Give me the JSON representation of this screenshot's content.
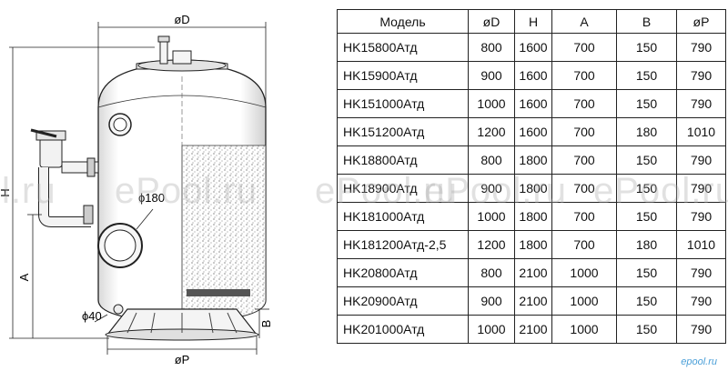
{
  "drawing": {
    "labels": {
      "diameter_d": "øD",
      "height_h": "H",
      "dim_a": "A",
      "dim_b": "B",
      "diameter_p": "øP",
      "port_180": "ϕ180",
      "port_40": "ϕ40"
    }
  },
  "table": {
    "headers": [
      "Модель",
      "øD",
      "H",
      "A",
      "B",
      "øP"
    ],
    "rows": [
      [
        "HK15800Атд",
        "800",
        "1600",
        "700",
        "150",
        "790"
      ],
      [
        "HK15900Атд",
        "900",
        "1600",
        "700",
        "150",
        "790"
      ],
      [
        "HK151000Атд",
        "1000",
        "1600",
        "700",
        "150",
        "790"
      ],
      [
        "HK151200Атд",
        "1200",
        "1600",
        "700",
        "180",
        "1010"
      ],
      [
        "HK18800Атд",
        "800",
        "1800",
        "700",
        "150",
        "790"
      ],
      [
        "HK18900Атд",
        "900",
        "1800",
        "700",
        "150",
        "790"
      ],
      [
        "HK181000Атд",
        "1000",
        "1800",
        "700",
        "150",
        "790"
      ],
      [
        "HK181200Атд-2,5",
        "1200",
        "1800",
        "700",
        "180",
        "1010"
      ],
      [
        "HK20800Атд",
        "800",
        "2100",
        "1000",
        "150",
        "790"
      ],
      [
        "HK20900Атд",
        "900",
        "2100",
        "1000",
        "150",
        "790"
      ],
      [
        "HK201000Атд",
        "1000",
        "2100",
        "1000",
        "150",
        "790"
      ]
    ]
  },
  "watermarks": [
    "l.ru",
    "ePool.ru",
    "ePool.ru",
    "ePool.ru",
    "ePool.ru"
  ],
  "brand": "epool.ru"
}
